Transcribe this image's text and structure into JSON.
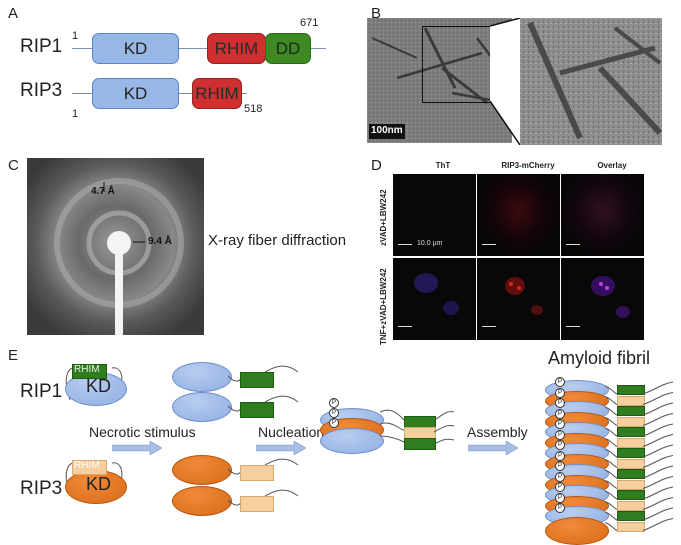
{
  "panels": {
    "A": "A",
    "B": "B",
    "C": "C",
    "D": "D",
    "E": "E"
  },
  "panelA": {
    "rip1": {
      "name": "RIP1",
      "start": "1",
      "end": "671",
      "kd": "KD",
      "rhim": "RHIM",
      "dd": "DD"
    },
    "rip3": {
      "name": "RIP3",
      "start": "1",
      "end": "518",
      "kd": "KD",
      "rhim": "RHIM"
    }
  },
  "panelB": {
    "scale": "100nm"
  },
  "panelC": {
    "d1": "4.7 Å",
    "d2": "9.4 Å",
    "caption": "X-ray fiber diffraction"
  },
  "panelD": {
    "col1": "ThT",
    "col2": "RIP3-mCherry",
    "col3": "Overlay",
    "row1": "zVAD+LBW242",
    "row2": "TNF+zVAD+LBW242",
    "scale": "10.0 μm"
  },
  "panelE": {
    "rip1": "RIP1",
    "rip3": "RIP3",
    "kd": "KD",
    "rhim": "RHIM",
    "step1": "Necrotic stimulus",
    "step2": "Nucleation",
    "step3": "Assembly",
    "fibril": "Amyloid fibril",
    "p": "P"
  }
}
